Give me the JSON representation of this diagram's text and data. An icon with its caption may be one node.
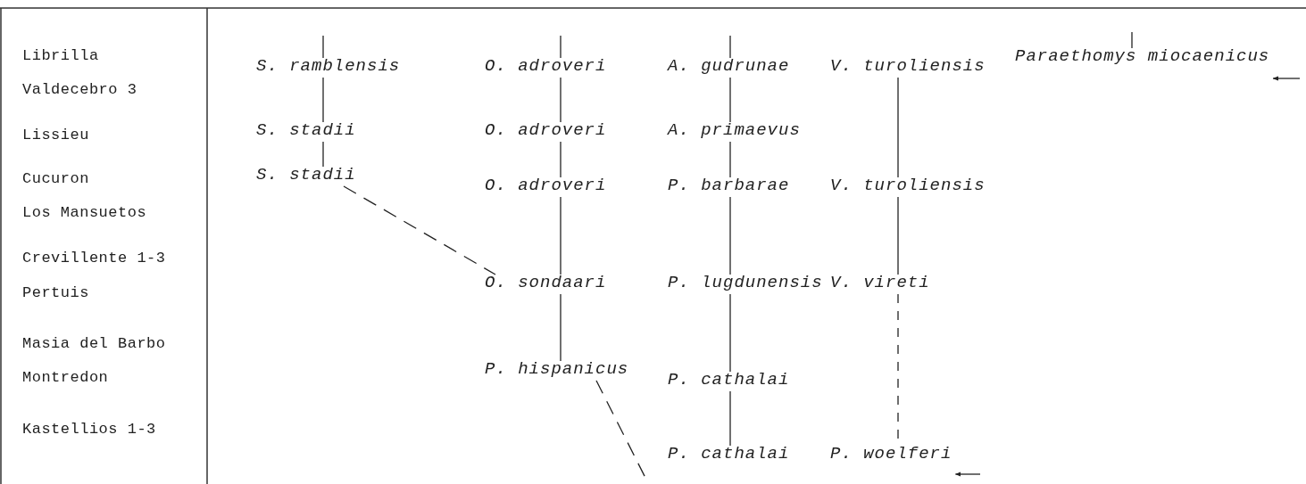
{
  "diagram": {
    "nodes": [
      {
        "text": [
          "S. ramblensis"
        ]
      },
      {
        "text": [
          "O. adroveri"
        ]
      },
      {
        "text": [
          "A. gudrunae"
        ]
      },
      {
        "text": [
          "V. turoliensis"
        ]
      },
      {
        "text": [
          "Paraethomys miocaenicus"
        ]
      },
      {
        "text": [
          "S. stadii"
        ]
      },
      {
        "text": [
          "O. adroveri"
        ]
      },
      {
        "text": [
          "A. primaevus"
        ]
      },
      {
        "text": [
          "S. stadii"
        ]
      },
      {
        "text": [
          "O. adroveri"
        ]
      },
      {
        "text": [
          "P. barbarae"
        ]
      },
      {
        "text": [
          "V. turoliensis"
        ]
      },
      {
        "text": [
          "O. sondaari"
        ]
      },
      {
        "text": [
          "P. lugdunensis"
        ]
      },
      {
        "text": [
          "V. vireti"
        ]
      },
      {
        "text": [
          "P. hispanicus"
        ]
      },
      {
        "text": [
          "P. cathalai"
        ]
      },
      {
        "text": [
          "P. cathalai"
        ]
      },
      {
        "text": [
          "P. woelferi"
        ]
      }
    ],
    "edges": [
      {
        "from": null,
        "to": 0,
        "arrow": "none"
      },
      {
        "from": null,
        "to": 1,
        "arrow": "none"
      },
      {
        "from": null,
        "to": 2,
        "arrow": "none"
      },
      {
        "from": null,
        "to": 4,
        "arrow": "none"
      },
      {
        "from": null,
        "to": 4,
        "arrow": "to"
      },
      {
        "from": 0,
        "to": 5,
        "arrow": "none"
      },
      {
        "from": 5,
        "to": 8,
        "arrow": "none"
      },
      {
        "from": 1,
        "to": 6,
        "arrow": "none"
      },
      {
        "from": 6,
        "to": 9,
        "arrow": "none"
      },
      {
        "from": 9,
        "to": 12,
        "arrow": "none"
      },
      {
        "from": 12,
        "to": 15,
        "arrow": "none"
      },
      {
        "from": 2,
        "to": 7,
        "arrow": "none"
      },
      {
        "from": 7,
        "to": 10,
        "arrow": "none"
      },
      {
        "from": 10,
        "to": 13,
        "arrow": "none"
      },
      {
        "from": 13,
        "to": 16,
        "arrow": "none"
      },
      {
        "from": 16,
        "to": 17,
        "arrow": "none"
      },
      {
        "from": 3,
        "to": 11,
        "arrow": "none"
      },
      {
        "from": 11,
        "to": 14,
        "arrow": "none"
      },
      {
        "from": 14,
        "to": 18,
        "arrow": "none",
        "style": "dashed"
      },
      {
        "from": 8,
        "to": 12,
        "arrow": "none",
        "style": "dashed"
      },
      {
        "from": 15,
        "to": null,
        "arrow": "none",
        "style": "dashed"
      },
      {
        "from": null,
        "to": 18,
        "arrow": "to"
      }
    ],
    "labels": [
      "Librilla",
      "Valdecebro 3",
      "Lissieu",
      "Cucuron",
      "Los Mansuetos",
      "Crevillente 1-3",
      "Pertuis",
      "Masia del Barbo",
      "Montredon",
      "Kastellios 1-3"
    ]
  }
}
